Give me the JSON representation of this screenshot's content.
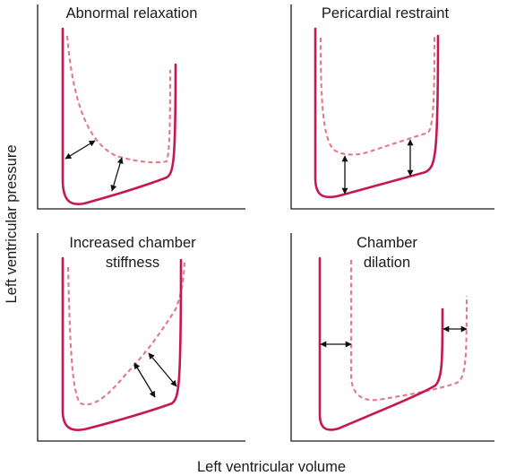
{
  "colors": {
    "baseline_curve": "#c8174f",
    "altered_curve": "#e07b86",
    "arrow": "#111111",
    "text": "#1a1a1a"
  },
  "axes": {
    "y_label": "Left ventricular pressure",
    "x_label": "Left ventricular volume"
  },
  "panels": [
    {
      "title_lines": [
        "Abnormal relaxation"
      ]
    },
    {
      "title_lines": [
        "Pericardial restraint"
      ]
    },
    {
      "title_lines": [
        "Increased chamber",
        "stiffness"
      ]
    },
    {
      "title_lines": [
        "Chamber",
        "dilation"
      ]
    }
  ]
}
